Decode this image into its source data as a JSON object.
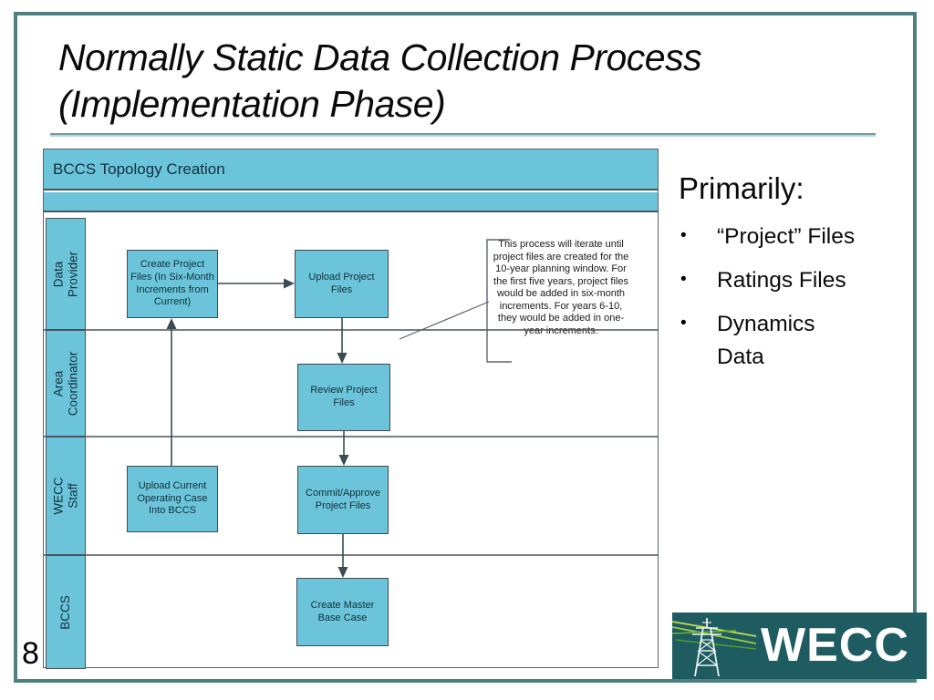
{
  "page_number": "8",
  "title": {
    "line1": "Normally Static Data Collection Process",
    "line2": "(Implementation Phase)"
  },
  "diagram": {
    "header": "BCCS Topology Creation",
    "lanes": [
      {
        "label": "Data Provider"
      },
      {
        "label": "Area\nCoordinator"
      },
      {
        "label": "WECC Staff"
      },
      {
        "label": "BCCS"
      }
    ],
    "boxes": [
      {
        "label": "Create Project Files (In Six-Month Increments from Current)"
      },
      {
        "label": "Upload Project Files"
      },
      {
        "label": "Review Project Files"
      },
      {
        "label": "Upload Current Operating Case Into BCCS"
      },
      {
        "label": "Commit/Approve Project Files"
      },
      {
        "label": "Create Master Base Case"
      }
    ],
    "annotation": "This process will iterate until project files are created for the 10-year planning window.  For the first five years, project files would be added in six-month increments.  For years 6-10, they would be added in one-year increments."
  },
  "sidebar": {
    "heading": "Primarily:",
    "bullets": [
      {
        "text": "“Project” Files"
      },
      {
        "text": "Ratings Files"
      },
      {
        "text": "Dynamics\nData"
      }
    ]
  },
  "logo": {
    "text": "WECC"
  },
  "colors": {
    "lane_fill": "#6BC4D9",
    "diagram_line": "#4A545C",
    "slide_border": "#4E8081",
    "title_rule": "#6E9C9C",
    "logo_background": "#1E5C62",
    "logo_green": "#9CCB3B"
  }
}
